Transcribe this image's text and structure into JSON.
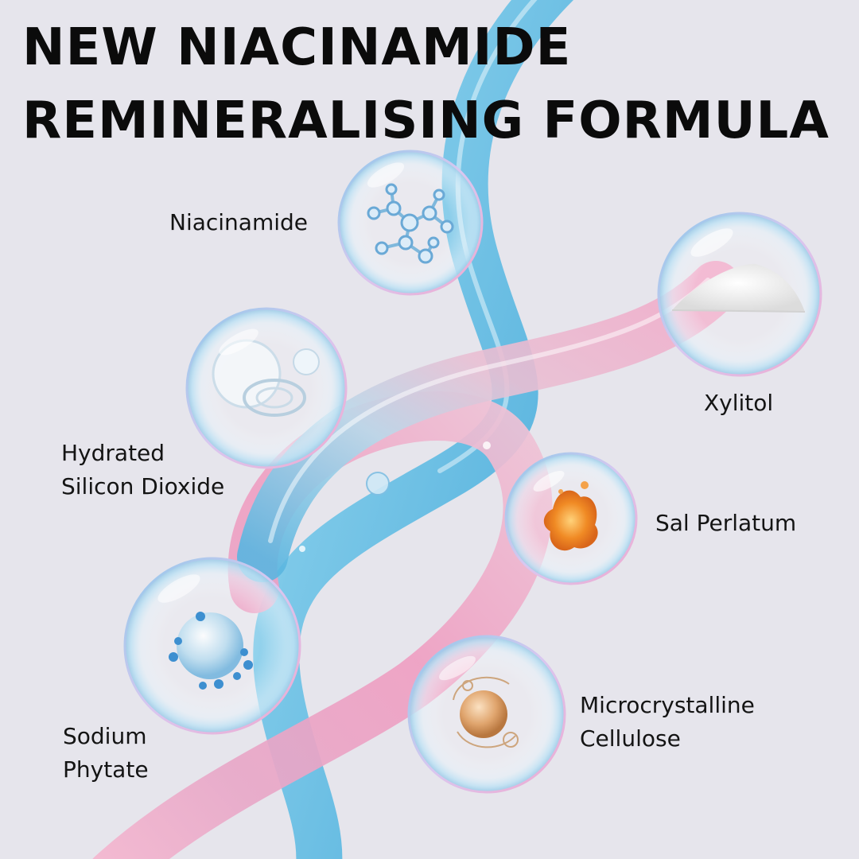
{
  "headline": {
    "line1": "NEW NIACINAMIDE",
    "line2": "REMINERALISING FORMULA"
  },
  "ingredients": {
    "niacinamide": {
      "name": "Niacinamide",
      "icon": "molecule-icon"
    },
    "xylitol": {
      "name": "Xylitol",
      "icon": "powder-icon"
    },
    "hydrated_silicon_dioxide": {
      "line1": "Hydrated",
      "line2": "Silicon Dioxide",
      "icon": "gel-bubble-icon"
    },
    "sal_perlatum": {
      "name": "Sal Perlatum",
      "icon": "crystal-icon"
    },
    "sodium_phytate": {
      "line1": "Sodium",
      "line2": "Phytate",
      "icon": "sphere-cluster-icon"
    },
    "microcrystalline_cellulose": {
      "line1": "Microcrystalline",
      "line2": "Cellulose",
      "icon": "amber-sphere-icon"
    }
  },
  "colors": {
    "background": "#e6e5ec",
    "text": "#0b0b0b",
    "ribbon_blue": "#5fb9e0",
    "ribbon_pink": "#f2a9c8"
  }
}
